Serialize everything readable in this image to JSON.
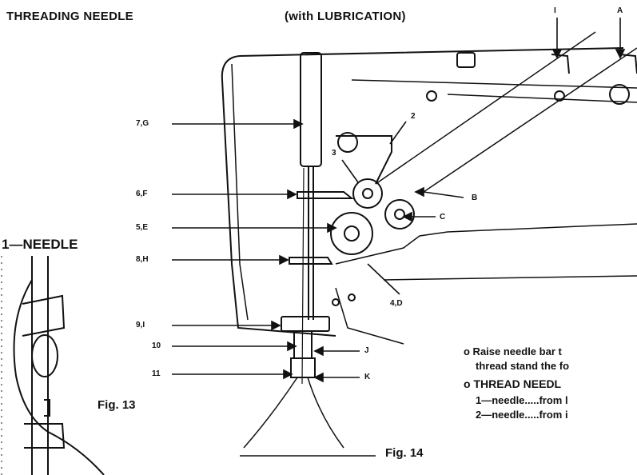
{
  "header": {
    "title": "THREADING NEEDLE",
    "subtitle": "(with LUBRICATION)"
  },
  "left_section": {
    "title": "1—NEEDLE",
    "figure": "Fig. 13"
  },
  "main_figure": {
    "caption": "Fig. 14",
    "labels": {
      "l7g": "7,G",
      "l6f": "6,F",
      "l5e": "5,E",
      "l8h": "8,H",
      "l9i": "9,I",
      "l10": "10",
      "l11": "11",
      "l2": "2",
      "l3": "3",
      "lB": "B",
      "lC": "C",
      "l4d": "4,D",
      "lJ": "J",
      "lK": "K",
      "lI": "I",
      "lA": "A"
    }
  },
  "instructions": {
    "line1": "o Raise needle bar t",
    "line2": "thread stand the fo",
    "line3": "o THREAD NEEDL",
    "line4": "1—needle.....from l",
    "line5": "2—needle.....from i"
  }
}
